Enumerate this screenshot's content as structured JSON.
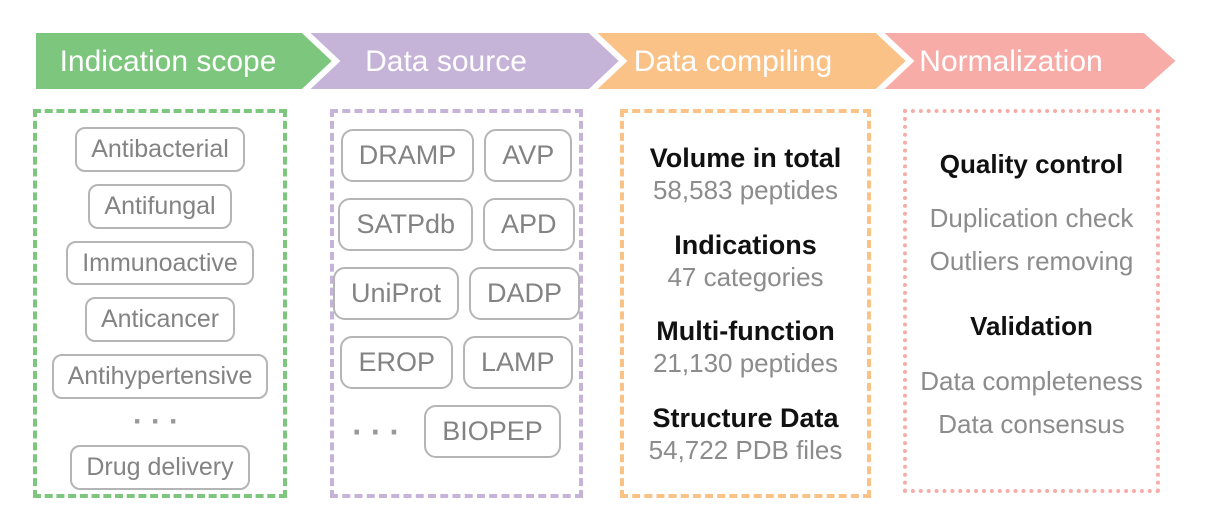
{
  "pipeline": {
    "stages": [
      {
        "label": "Indication scope",
        "color": "#7CC77D"
      },
      {
        "label": "Data source",
        "color": "#C5B3D8"
      },
      {
        "label": "Data compiling",
        "color": "#FBC288"
      },
      {
        "label": "Normalization",
        "color": "#F8ACA8"
      }
    ]
  },
  "indication_scope": {
    "items": [
      "Antibacterial",
      "Antifungal",
      "Immunoactive",
      "Anticancer",
      "Antihypertensive",
      "Drug delivery"
    ],
    "ellipsis": "···"
  },
  "data_source": {
    "rows": [
      [
        "DRAMP",
        "AVP"
      ],
      [
        "SATPdb",
        "APD"
      ],
      [
        "UniProt",
        "DADP"
      ],
      [
        "EROP",
        "LAMP"
      ]
    ],
    "ellipsis": "···",
    "last": "BIOPEP"
  },
  "data_compiling": {
    "groups": [
      {
        "title": "Volume in total",
        "value": "58,583 peptides"
      },
      {
        "title": "Indications",
        "value": "47 categories"
      },
      {
        "title": "Multi-function",
        "value": "21,130 peptides"
      },
      {
        "title": "Structure Data",
        "value": "54,722 PDB files"
      }
    ]
  },
  "normalization": {
    "groups": [
      {
        "title": "Quality control",
        "items": [
          "Duplication check",
          "Outliers removing"
        ]
      },
      {
        "title": "Validation",
        "items": [
          "Data completeness",
          "Data consensus"
        ]
      }
    ]
  }
}
